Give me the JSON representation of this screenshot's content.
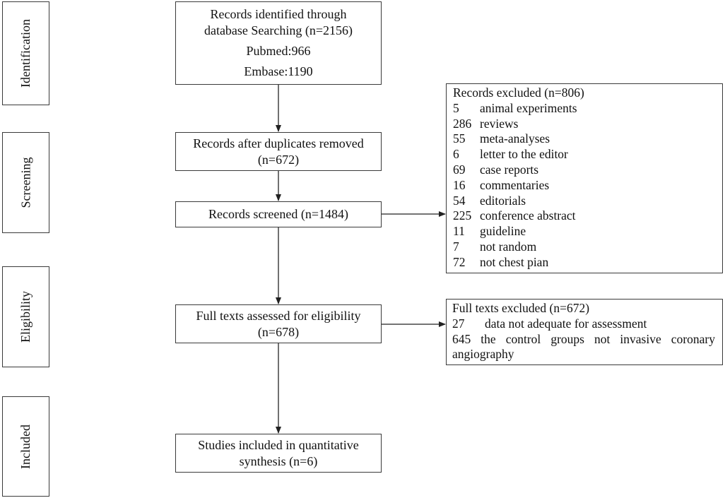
{
  "stages": {
    "identification": "Identification",
    "screening": "Screening",
    "eligibility": "Eligibility",
    "included": "Included"
  },
  "identified": {
    "line1": "Records identified through",
    "line2": "database Searching (n=2156)",
    "pubmed": "Pubmed:966",
    "embase": "Embase:1190"
  },
  "duplicates": {
    "line1": "Records after duplicates removed",
    "line2": "(n=672)"
  },
  "screened": {
    "text": "Records screened (n=1484)"
  },
  "fulltext": {
    "line1": "Full texts assessed for eligibility",
    "line2": "(n=678)"
  },
  "studies": {
    "line1": "Studies included in quantitative",
    "line2": "synthesis (n=6)"
  },
  "excluded_records": {
    "title": "Records excluded (n=806)",
    "items": [
      {
        "n": "5",
        "text": "animal experiments"
      },
      {
        "n": "286",
        "text": "reviews"
      },
      {
        "n": "55",
        "text": "meta-analyses"
      },
      {
        "n": "6",
        "text": "letter to the editor"
      },
      {
        "n": "69",
        "text": "case reports"
      },
      {
        "n": "16",
        "text": "commentaries"
      },
      {
        "n": "54",
        "text": "editorials"
      },
      {
        "n": "225",
        "text": "conference abstract"
      },
      {
        "n": "11",
        "text": "guideline"
      },
      {
        "n": "7",
        "text": "not random"
      },
      {
        "n": "72",
        "text": "not chest pian"
      }
    ]
  },
  "excluded_fulltext": {
    "title": "Full texts excluded (n=672)",
    "item1": {
      "n": "27",
      "text": "data not adequate for assessment"
    },
    "item2_line1": "645 the control groups not invasive coronary",
    "item2_line2": "angiography"
  }
}
